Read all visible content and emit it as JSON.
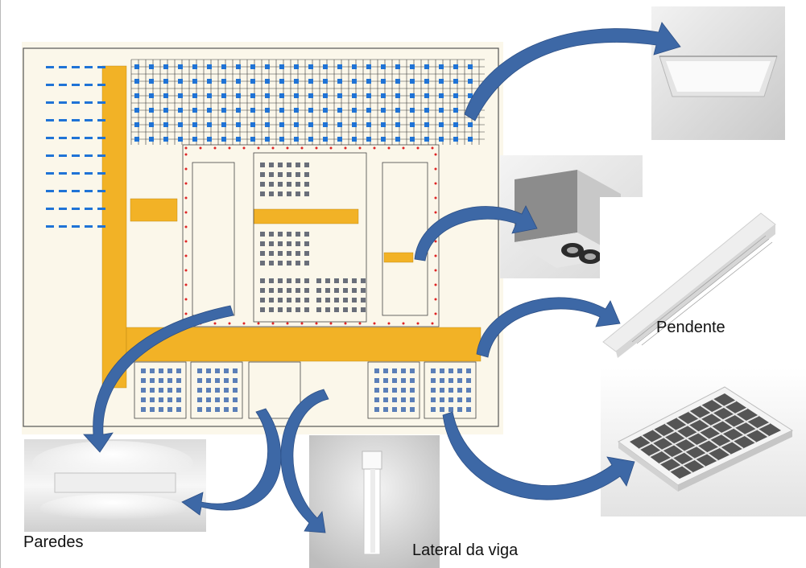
{
  "captions": {
    "pendente": "Pendente",
    "paredes": "Paredes",
    "lateral": "Lateral da viga"
  },
  "colors": {
    "arrow": "#3d68a6",
    "yellow": "#f2b226",
    "blue": "#1f73d6",
    "plan_bg": "#fbf7ea",
    "ink": "#2d2d2d"
  },
  "images": [
    {
      "name": "panel-ceiling-light-photo",
      "depicts": "recessed LED panel"
    },
    {
      "name": "spotlight-box-photo",
      "depicts": "twin spotlight box"
    },
    {
      "name": "pendant-linear-photo",
      "depicts": "linear pendant luminaire"
    },
    {
      "name": "louver-troffer-photo",
      "depicts": "louvered troffer"
    },
    {
      "name": "wall-sconce-photo",
      "depicts": "wall washer"
    },
    {
      "name": "beam-side-photo",
      "depicts": "beam-side linear luminaire"
    }
  ]
}
